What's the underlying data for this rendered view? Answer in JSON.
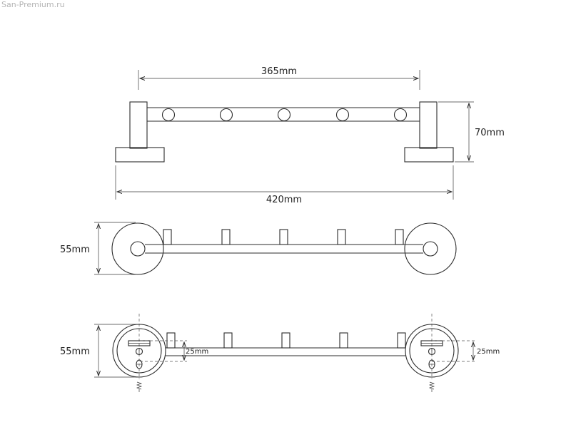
{
  "watermark": "San-Premium.ru",
  "views": {
    "front": {
      "inner_width_label": "365mm",
      "overall_width_label": "420mm",
      "height_label": "70mm"
    },
    "top": {
      "depth_label": "55mm"
    },
    "back": {
      "depth_label": "55mm",
      "left_offset_label": "25mm",
      "right_offset_label": "25mm"
    }
  },
  "colors": {
    "line": "#2b2b2b",
    "watermark": "#b4b4b4"
  }
}
